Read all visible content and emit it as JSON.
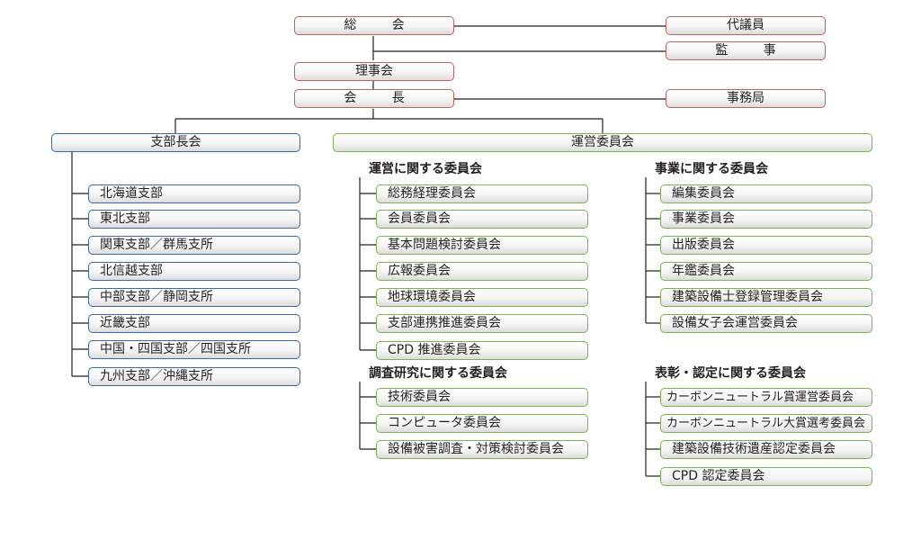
{
  "top": {
    "general_meeting": "総　会",
    "delegates": "代議員",
    "auditors": "監　事",
    "board": "理事会",
    "president": "会　長",
    "secretariat": "事務局"
  },
  "branch": {
    "head": "支部長会",
    "items": [
      "北海道支部",
      "東北支部",
      "関東支部／群馬支所",
      "北信越支部",
      "中部支部／静岡支所",
      "近畿支部",
      "中国・四国支部／四国支所",
      "九州支部／沖縄支所"
    ]
  },
  "steering": {
    "head": "運営委員会",
    "operations": {
      "heading": "運営に関する委員会",
      "items": [
        "総務経理委員会",
        "会員委員会",
        "基本問題検討委員会",
        "広報委員会",
        "地球環境委員会",
        "支部連携推進委員会",
        "CPD 推進委員会"
      ]
    },
    "research": {
      "heading": "調査研究に関する委員会",
      "items": [
        "技術委員会",
        "コンピュータ委員会",
        "設備被害調査・対策検討委員会"
      ]
    },
    "business": {
      "heading": "事業に関する委員会",
      "items": [
        "編集委員会",
        "事業委員会",
        "出版委員会",
        "年鑑委員会",
        "建築設備士登録管理委員会",
        "設備女子会運営委員会"
      ]
    },
    "awards": {
      "heading": "表彰・認定に関する委員会",
      "items": [
        "カーボンニュートラル賞運営委員会",
        "カーボンニュートラル大賞選考委員会",
        "建築設備技術遺産認定委員会",
        "CPD 認定委員会"
      ]
    }
  },
  "colors": {
    "top_border": "#c1635a",
    "branch_border": "#3b6aa8",
    "committee_border": "#7cb356",
    "line": "#231f20"
  }
}
